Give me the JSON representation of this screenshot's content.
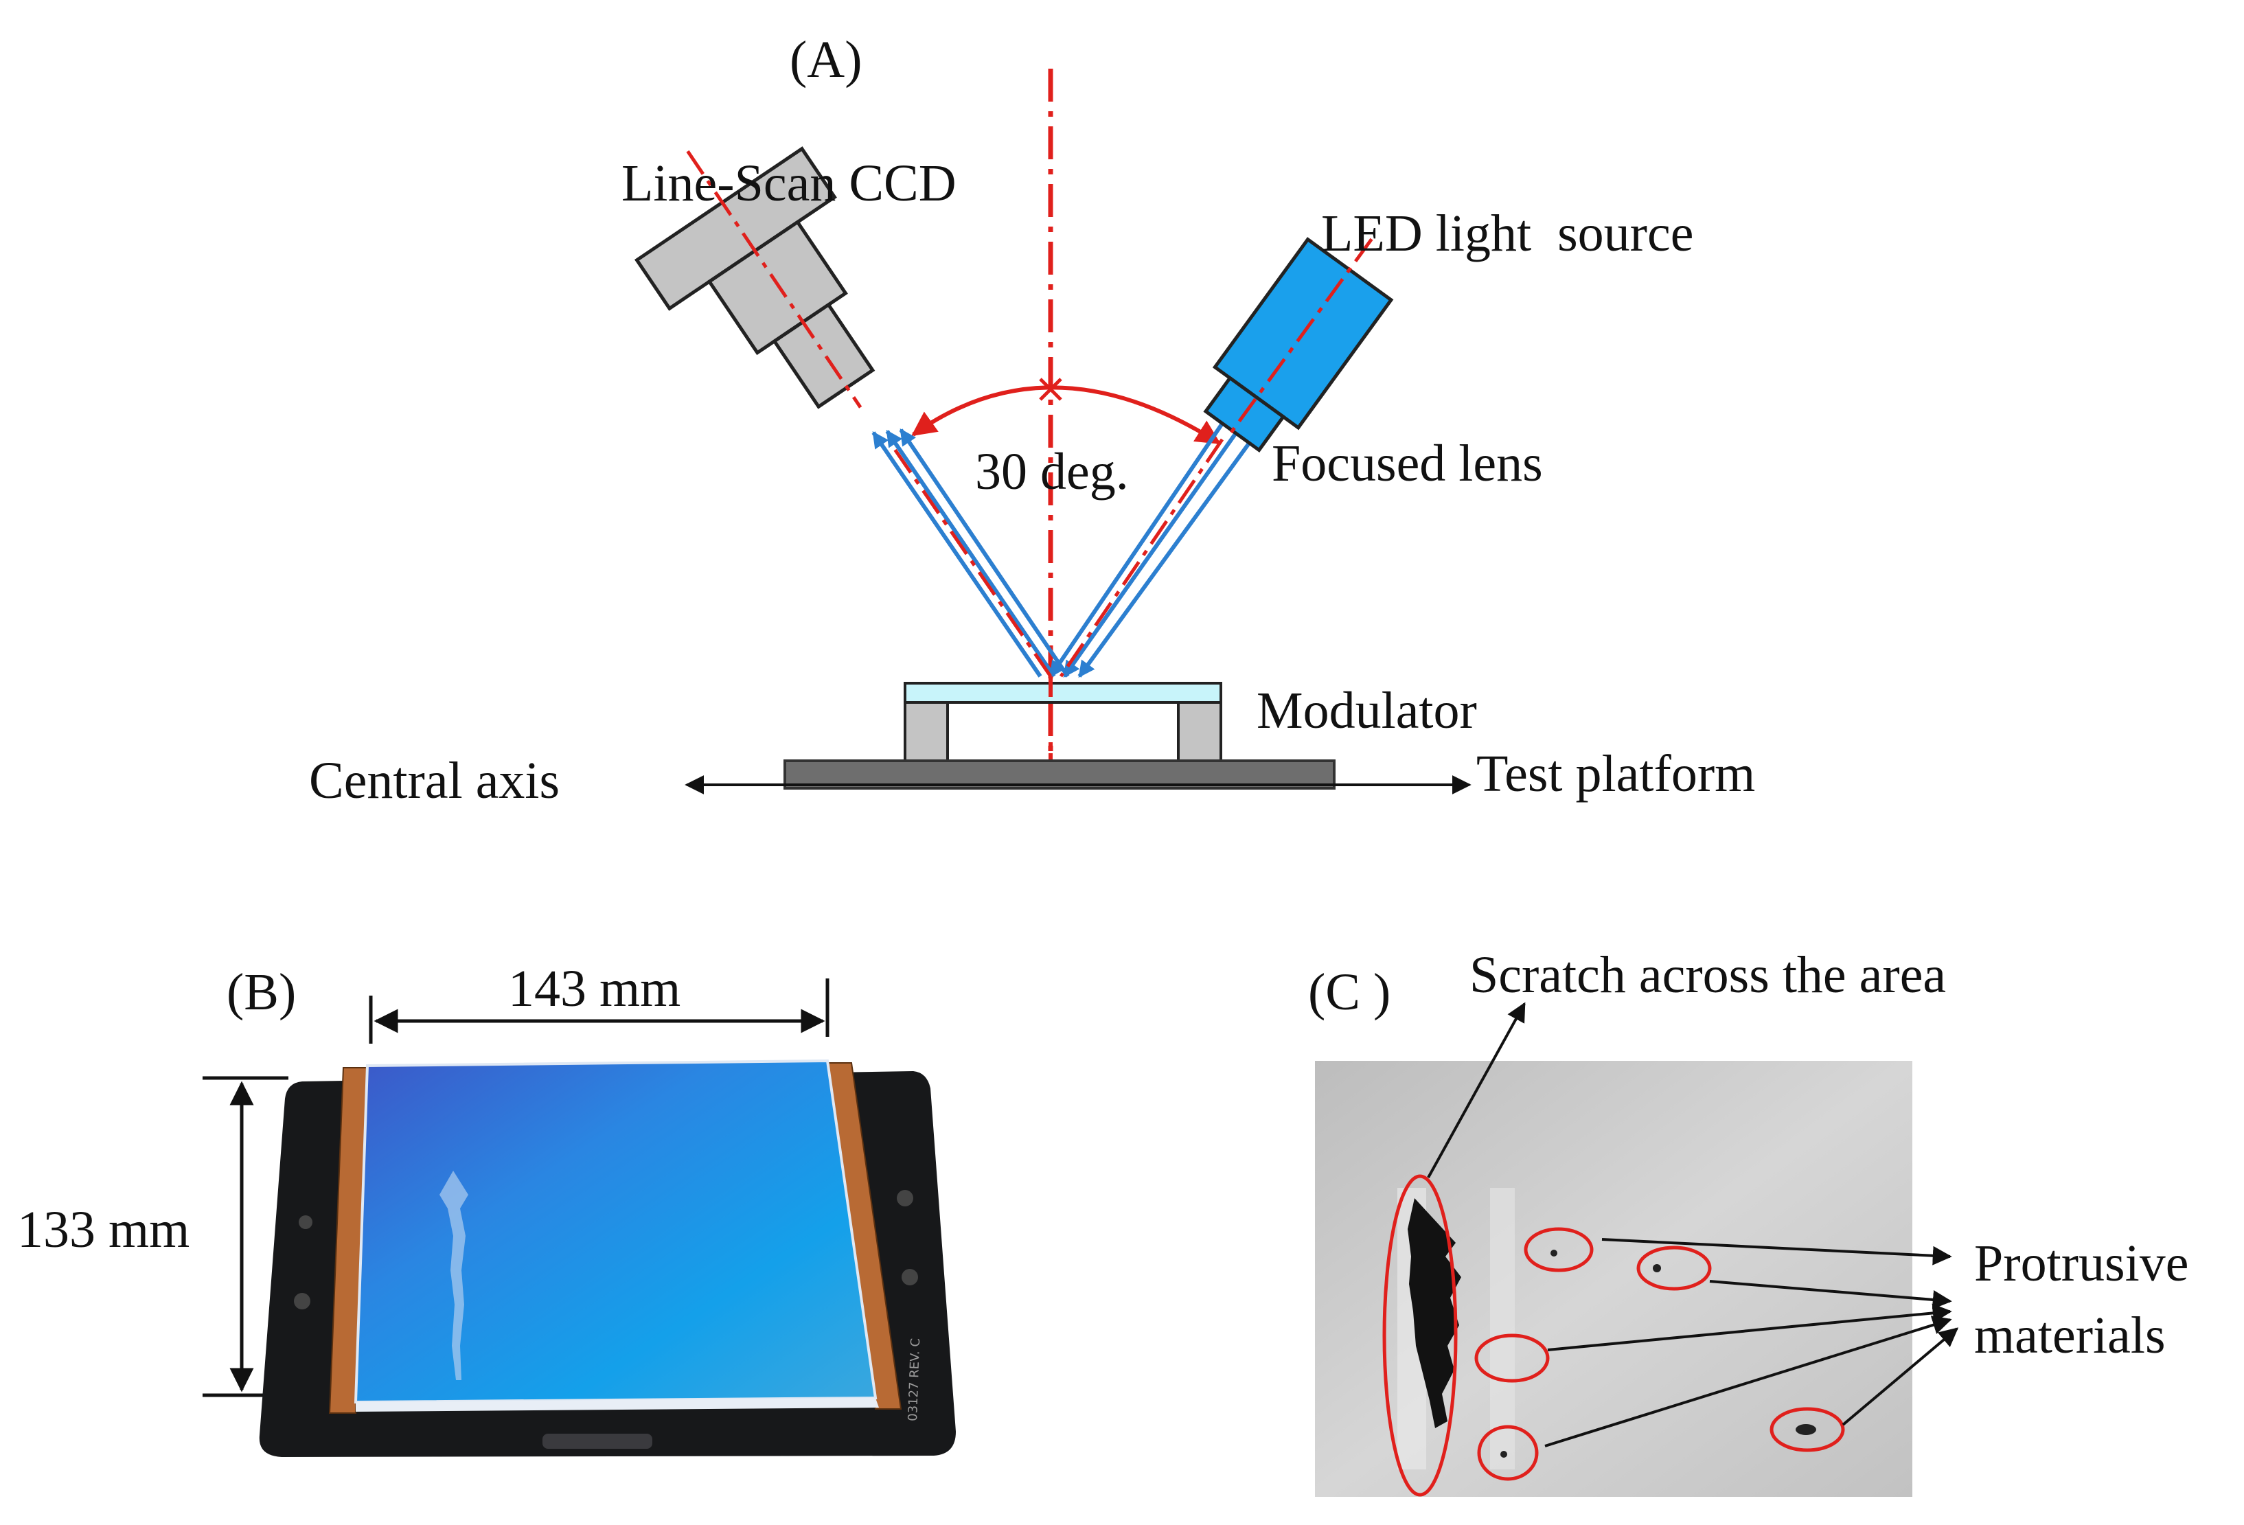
{
  "panel_a": {
    "label": "(A)",
    "ccd_label": "Line-Scan CCD",
    "led_label": "LED light  source",
    "angle_label": "30 deg.",
    "lens_label": "Focused lens",
    "modulator_label": "Modulator",
    "axis_label": "Central axis",
    "platform_label": "Test platform"
  },
  "panel_b": {
    "label": "(B)",
    "width_label": "143 mm",
    "height_label": "133 mm",
    "serial_text": "03127 REV. C"
  },
  "panel_c": {
    "label": "(C )",
    "scratch_label": "Scratch across the area",
    "protrusive_line1": "Protrusive",
    "protrusive_line2": "materials"
  },
  "colors": {
    "accent_red": "#e0201c",
    "beam_blue": "#2c7fd0",
    "camera_gray": "#c4c4c4",
    "led_blue": "#1aa0ec",
    "modulator_cyan": "#c8f4fa",
    "platform_gray": "#6e6e6e",
    "frame_black": "#17181a",
    "copper": "#b86a34",
    "panel_blue": "#1f78d8"
  },
  "icons": {
    "camera": "line-scan-camera-icon",
    "led": "led-light-source-icon"
  }
}
